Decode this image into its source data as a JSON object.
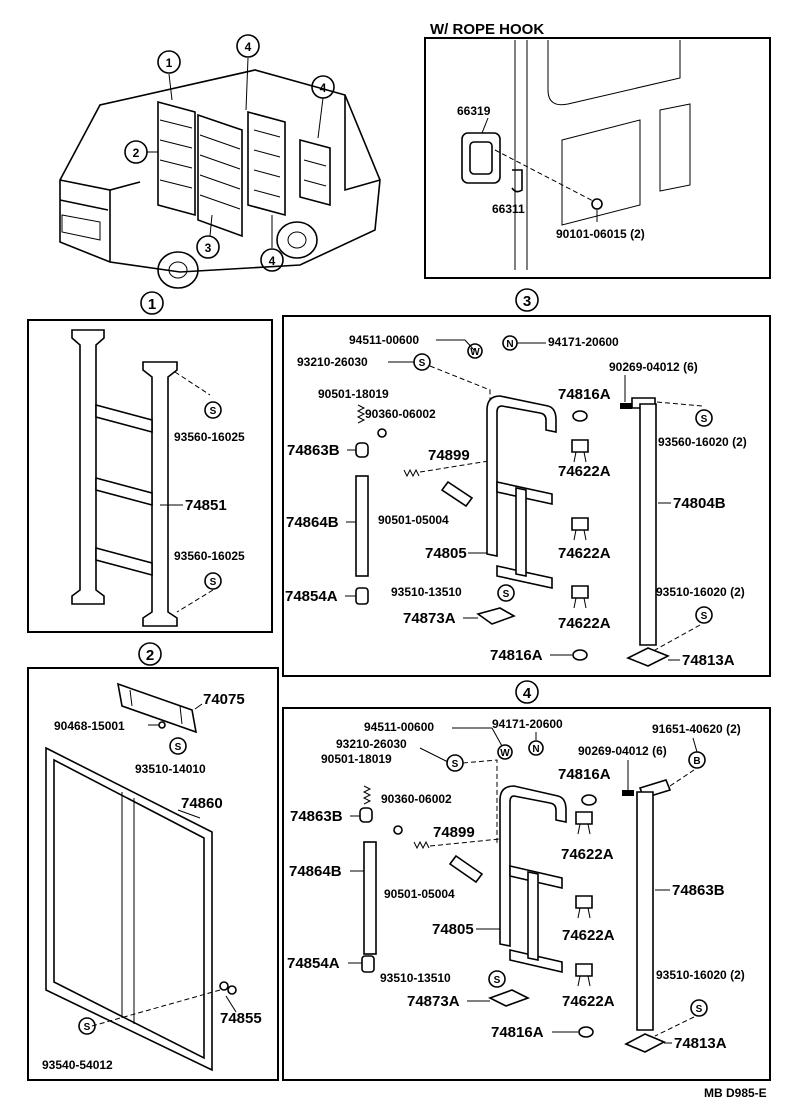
{
  "header": {
    "rope_hook": "W/ ROPE  HOOK",
    "code": "MB  D985-E"
  },
  "callouts": {
    "c1": "1",
    "c2": "2",
    "c3": "3",
    "c4": "4"
  },
  "marks": {
    "s": "S",
    "w": "W",
    "n": "N",
    "b": "B"
  },
  "overview": {
    "top_1": "1",
    "top_4a": "4",
    "top_4b": "4",
    "left_2": "2",
    "bot_3": "3",
    "bot_4": "4"
  },
  "rope_hook": {
    "frame": "66319",
    "hook": "66311",
    "screw": "90101-06015 (2)"
  },
  "section1": {
    "title": "1",
    "ladder": "74851",
    "washer_top": "93560-16025",
    "washer_bot": "93560-16025"
  },
  "section2": {
    "title": "2",
    "bracket": "74075",
    "bolt": "90468-15001",
    "washer": "93510-14010",
    "panel": "74860",
    "stay": "74855",
    "washer_bot": "93540-54012"
  },
  "section3": {
    "title": "3",
    "p94511": "94511-00600",
    "p94171": "94171-20600",
    "p93210": "93210-26030",
    "p90269": "90269-04012 (6)",
    "p90501a": "90501-18019",
    "p74816a": "74816A",
    "p90360": "90360-06002",
    "p93560": "93560-16020 (2)",
    "p74863b": "74863B",
    "p74899": "74899",
    "p74622a1": "74622A",
    "p74864b": "74864B",
    "p74804b": "74804B",
    "p90501b": "90501-05004",
    "p74805": "74805",
    "p74622a2": "74622A",
    "p74854a": "74854A",
    "p93510a": "93510-13510",
    "p93510b": "93510-16020 (2)",
    "p74873a": "74873A",
    "p74622a3": "74622A",
    "p74816a2": "74816A",
    "p74813a": "74813A"
  },
  "section4": {
    "title": "4",
    "p94511": "94511-00600",
    "p94171": "94171-20600",
    "p91651": "91651-40620 (2)",
    "p93210": "93210-26030",
    "p90269": "90269-04012 (6)",
    "p90501a": "90501-18019",
    "p74816a": "74816A",
    "p90360": "90360-06002",
    "p74863b": "74863B",
    "p74899": "74899",
    "p74622a1": "74622A",
    "p74864b": "74864B",
    "p74863b2": "74863B",
    "p90501b": "90501-05004",
    "p74805": "74805",
    "p74622a2": "74622A",
    "p74854a": "74854A",
    "p93510a": "93510-13510",
    "p93510b": "93510-16020 (2)",
    "p74873a": "74873A",
    "p74622a3": "74622A",
    "p74816a2": "74816A",
    "p74813a": "74813A"
  }
}
